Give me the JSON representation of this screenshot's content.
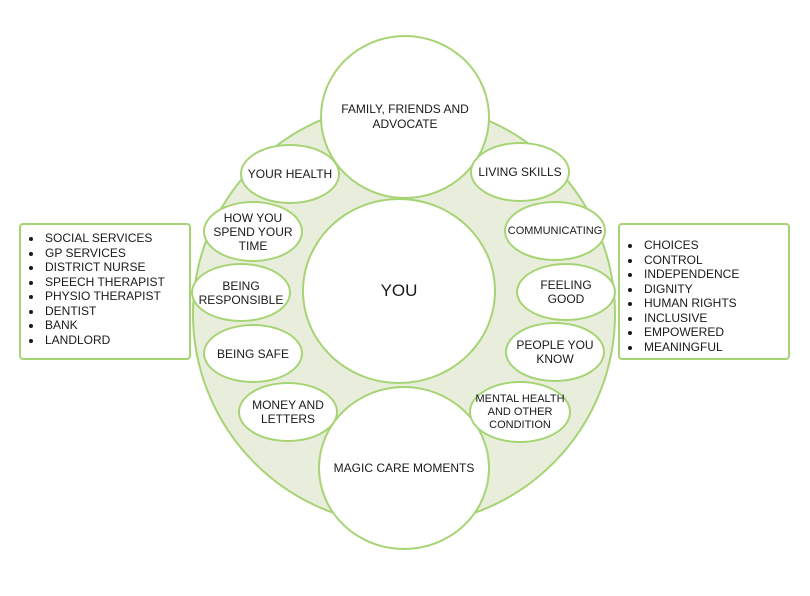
{
  "center": {
    "label": "YOU"
  },
  "top": {
    "label": "FAMILY, FRIENDS AND\nADVOCATE"
  },
  "bottom": {
    "label": "MAGIC CARE MOMENTS"
  },
  "left_items": [
    {
      "label": "YOUR HEALTH"
    },
    {
      "label": "HOW YOU\nSPEND YOUR\nTIME"
    },
    {
      "label": "BEING\nRESPONSIBLE"
    },
    {
      "label": "BEING SAFE"
    },
    {
      "label": "MONEY AND\nLETTERS"
    }
  ],
  "right_items": [
    {
      "label": "LIVING SKILLS"
    },
    {
      "label": "COMMUNICATING"
    },
    {
      "label": "FEELING GOOD"
    },
    {
      "label": "PEOPLE YOU\nKNOW"
    },
    {
      "label": "MENTAL HEALTH\nAND OTHER\nCONDITION"
    }
  ],
  "left_box": {
    "items": [
      "SOCIAL SERVICES",
      "GP SERVICES",
      "DISTRICT NURSE",
      "SPEECH THERAPIST",
      "PHYSIO THERAPIST",
      "DENTIST",
      "BANK",
      "LANDLORD"
    ]
  },
  "right_box": {
    "items": [
      "CHOICES",
      "CONTROL",
      "INDEPENDENCE",
      "DIGNITY",
      "HUMAN RIGHTS",
      "INCLUSIVE",
      "EMPOWERED",
      "MEANINGFUL"
    ]
  },
  "colors": {
    "stroke": "#a6d474",
    "ring_fill": "#e9eedc",
    "node_fill": "#ffffff"
  }
}
